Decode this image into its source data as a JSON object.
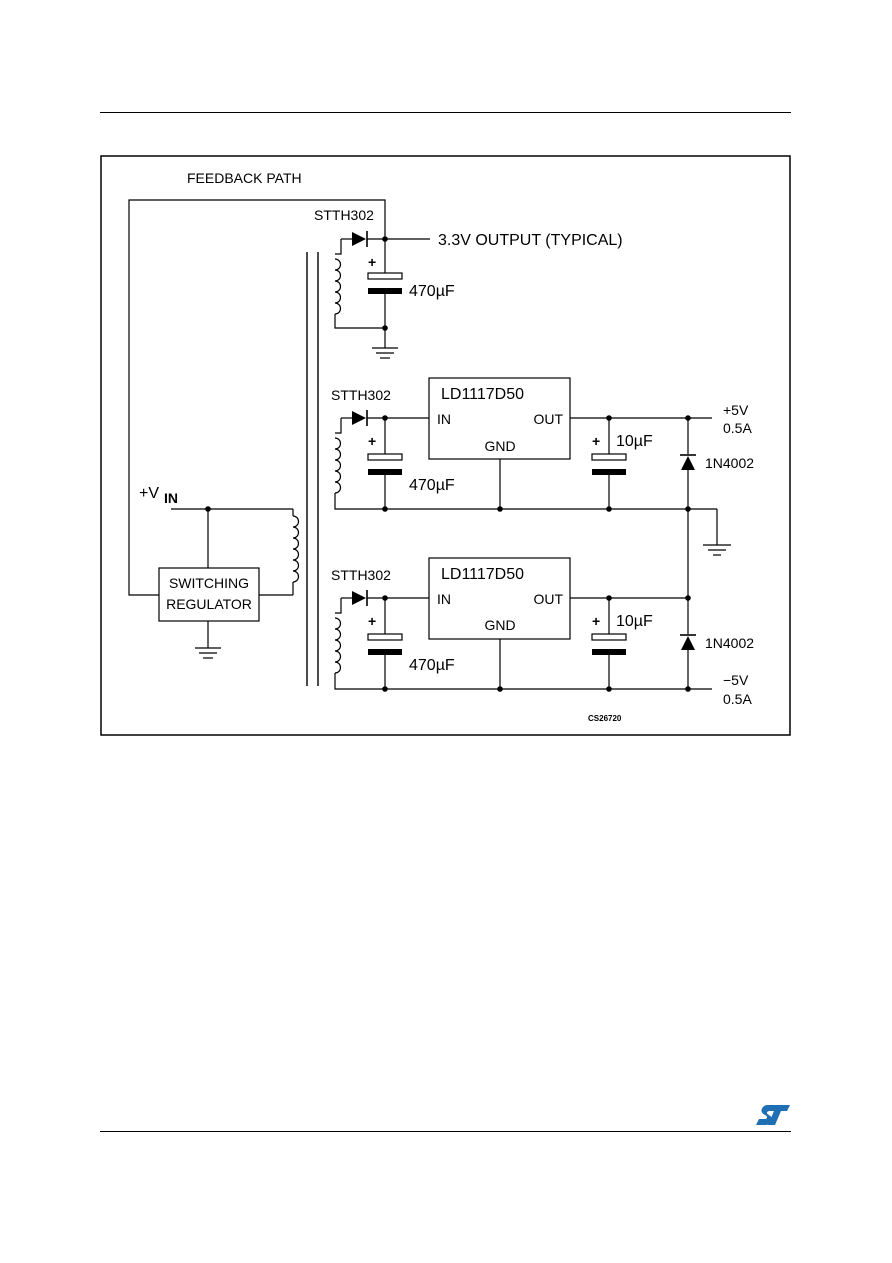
{
  "labels": {
    "feedback_path": "FEEDBACK PATH",
    "output_3v3": "3.3V OUTPUT (TYPICAL)",
    "vin": "+V",
    "vin_sub": "IN",
    "switching": "SWITCHING",
    "regulator": "REGULATOR",
    "figure_code": "CS26720"
  },
  "diodes": {
    "top": "STTH302",
    "mid": "STTH302",
    "bottom": "STTH302"
  },
  "capacitors": {
    "top": "470µF",
    "mid_input": "470µF",
    "mid_output": "10µF",
    "bottom_input": "470µF",
    "bottom_output": "10µF",
    "polarity_mark": "+"
  },
  "regulators": {
    "upper": {
      "name": "LD1117D50",
      "in": "IN",
      "out": "OUT",
      "gnd": "GND"
    },
    "lower": {
      "name": "LD1117D50",
      "in": "IN",
      "out": "OUT",
      "gnd": "GND"
    }
  },
  "outputs": {
    "pos_voltage": "+5V",
    "pos_current": "0.5A",
    "neg_voltage": "−5V",
    "neg_current": "0.5A"
  },
  "clamp_diodes": {
    "upper": "1N4002",
    "lower": "1N4002"
  },
  "colors": {
    "ink": "#000000",
    "logo": "#1f6fb5"
  },
  "icons": {
    "logo": "st-logo-icon"
  }
}
